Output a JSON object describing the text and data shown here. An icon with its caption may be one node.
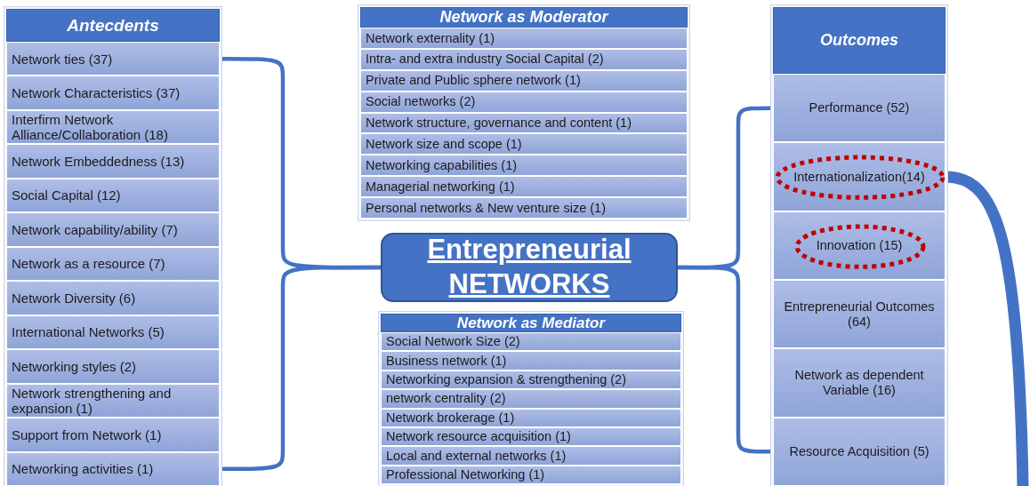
{
  "diagram": {
    "nodes": [
      {
        "text": [
          "Antecdents"
        ]
      },
      {
        "text": [
          "Network ties (37)"
        ],
        "in": 0
      },
      {
        "text": [
          "Network Characteristics (37)"
        ],
        "in": 0
      },
      {
        "text": [
          "Interfirm Network Alliance/Collaboration (18)"
        ],
        "in": 0
      },
      {
        "text": [
          "Network Embeddedness (13)"
        ],
        "in": 0
      },
      {
        "text": [
          "Social Capital (12)"
        ],
        "in": 0
      },
      {
        "text": [
          "Network capability/ability (7)"
        ],
        "in": 0
      },
      {
        "text": [
          "Network as a resource (7)"
        ],
        "in": 0
      },
      {
        "text": [
          "Network Diversity (6)"
        ],
        "in": 0
      },
      {
        "text": [
          "International Networks (5)"
        ],
        "in": 0
      },
      {
        "text": [
          "Networking styles (2)"
        ],
        "in": 0
      },
      {
        "text": [
          "Network strengthening and expansion (1)"
        ],
        "in": 0
      },
      {
        "text": [
          "Support from Network (1)"
        ],
        "in": 0
      },
      {
        "text": [
          "Networking activities (1)"
        ],
        "in": 0
      },
      {
        "text": [
          "Network as Moderator"
        ]
      },
      {
        "text": [
          "Network externality (1)"
        ],
        "in": 14
      },
      {
        "text": [
          "Intra- and extra industry Social Capital (2)"
        ],
        "in": 14
      },
      {
        "text": [
          "Private and Public sphere network (1)"
        ],
        "in": 14
      },
      {
        "text": [
          "Social networks (2)"
        ],
        "in": 14
      },
      {
        "text": [
          "Network structure, governance and content (1)"
        ],
        "in": 14
      },
      {
        "text": [
          "Network size and scope (1)"
        ],
        "in": 14
      },
      {
        "text": [
          "Networking capabilities (1)"
        ],
        "in": 14
      },
      {
        "text": [
          "Managerial networking (1)"
        ],
        "in": 14
      },
      {
        "text": [
          "Personal networks & New venture size (1)"
        ],
        "in": 14
      },
      {
        "text": [
          "Entrepreneurial NETWORKS"
        ]
      },
      {
        "text": [
          "Network as Mediator"
        ]
      },
      {
        "text": [
          "Social Network Size (2)"
        ],
        "in": 25
      },
      {
        "text": [
          "Business network (1)"
        ],
        "in": 25
      },
      {
        "text": [
          "Networking expansion & strengthening (2)"
        ],
        "in": 25
      },
      {
        "text": [
          "network centrality (2)"
        ],
        "in": 25
      },
      {
        "text": [
          "Network brokerage (1)"
        ],
        "in": 25
      },
      {
        "text": [
          "Network resource acquisition (1)"
        ],
        "in": 25
      },
      {
        "text": [
          "Local and external networks (1)"
        ],
        "in": 25
      },
      {
        "text": [
          "Professional Networking (1)"
        ],
        "in": 25
      },
      {
        "text": [
          "Outcomes"
        ]
      },
      {
        "text": [
          "Performance (52)"
        ],
        "in": 34
      },
      {
        "text": [
          "Internationalization(14)"
        ],
        "in": 34
      },
      {
        "text": [
          "Innovation (15)"
        ],
        "in": 34
      },
      {
        "text": [
          "Entrepreneurial Outcomes (64)"
        ],
        "in": 34
      },
      {
        "text": [
          "Network as dependent Variable (16)"
        ],
        "in": 34
      },
      {
        "text": [
          "Resource Acquisition (5)"
        ],
        "in": 34
      }
    ],
    "edges": [
      {
        "from": 1,
        "to": 24,
        "arrow": "none"
      },
      {
        "from": 13,
        "to": 24,
        "arrow": "none"
      },
      {
        "from": 24,
        "to": 35,
        "arrow": "none"
      },
      {
        "from": 24,
        "to": 40,
        "arrow": "none"
      },
      {
        "from": 36,
        "to": null,
        "arrow": "none",
        "style": "thick"
      }
    ]
  }
}
